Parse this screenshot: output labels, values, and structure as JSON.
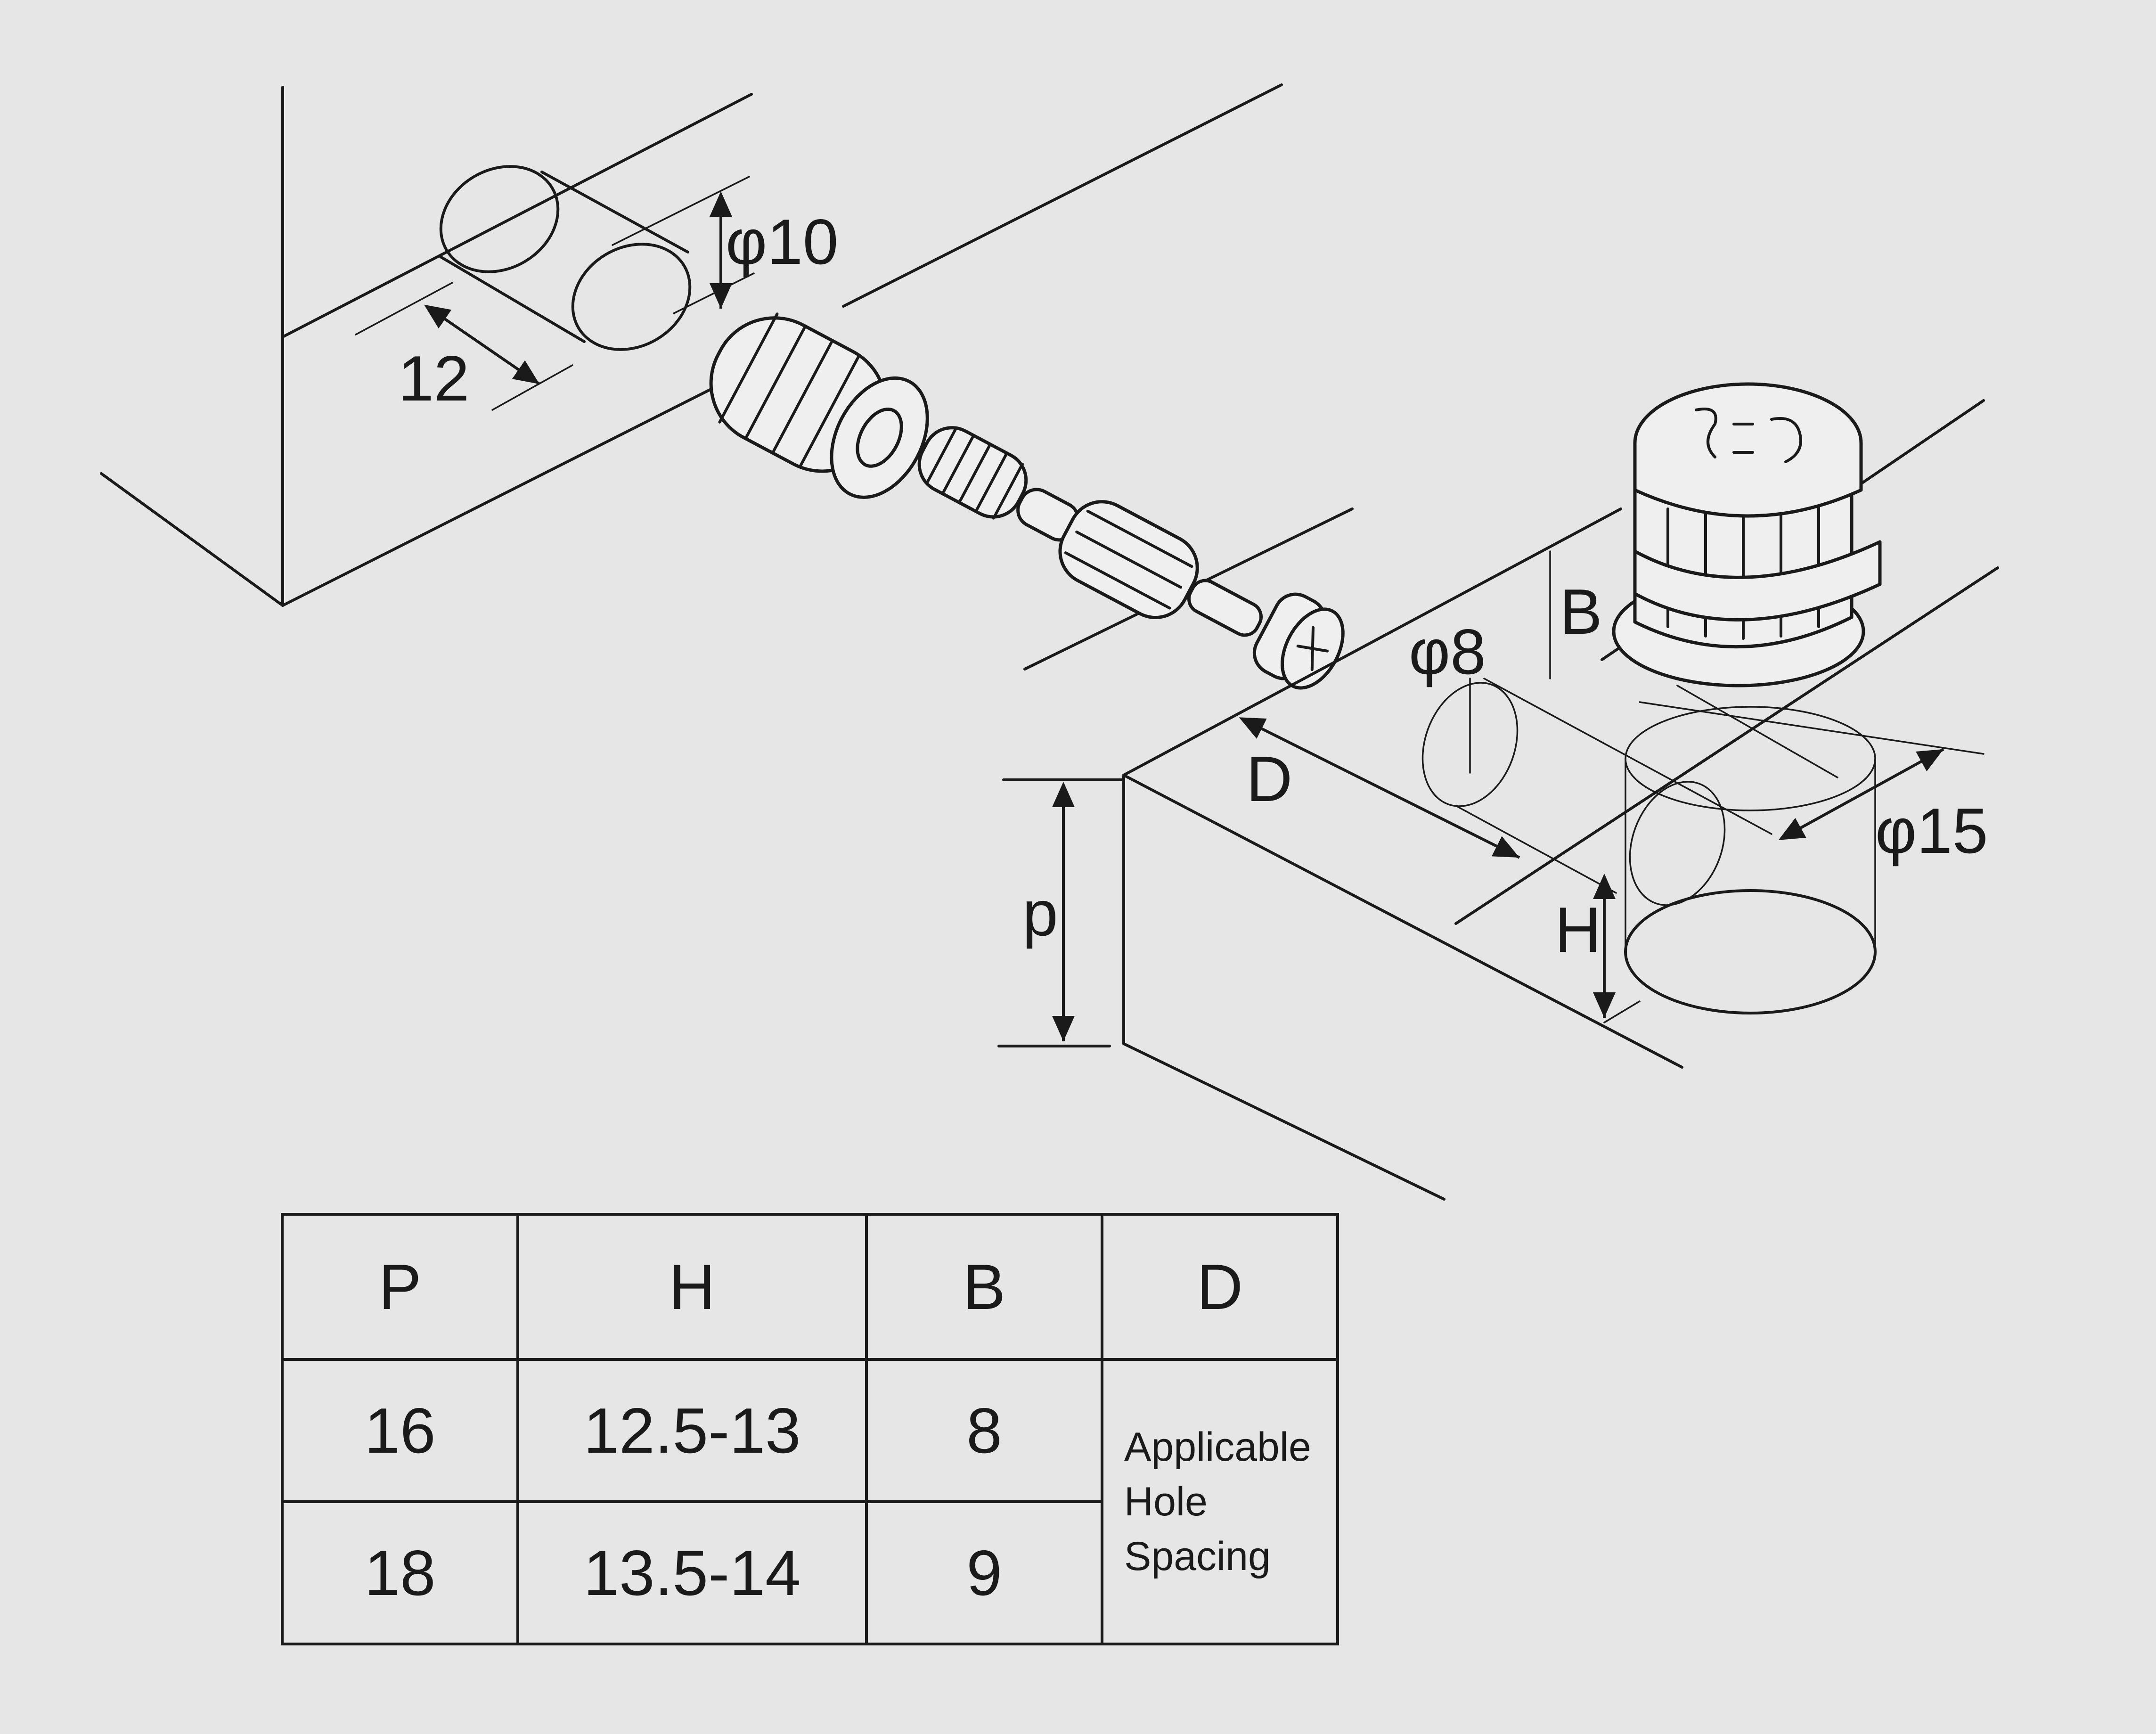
{
  "diagram": {
    "labels": {
      "bolt_hole_diameter": "φ10",
      "bolt_hole_depth": "12",
      "dowel_hole_diameter": "φ8",
      "cam_hole_diameter": "φ15",
      "panel_thickness": "p",
      "cam_depth": "H",
      "offset": "B",
      "spacing": "D"
    }
  },
  "table": {
    "headers": [
      "P",
      "H",
      "B",
      "D"
    ],
    "rows": [
      [
        "16",
        "12.5-13",
        "8"
      ],
      [
        "18",
        "13.5-14",
        "9"
      ]
    ],
    "d_note": [
      "Applicable",
      "Hole",
      "Spacing"
    ]
  }
}
